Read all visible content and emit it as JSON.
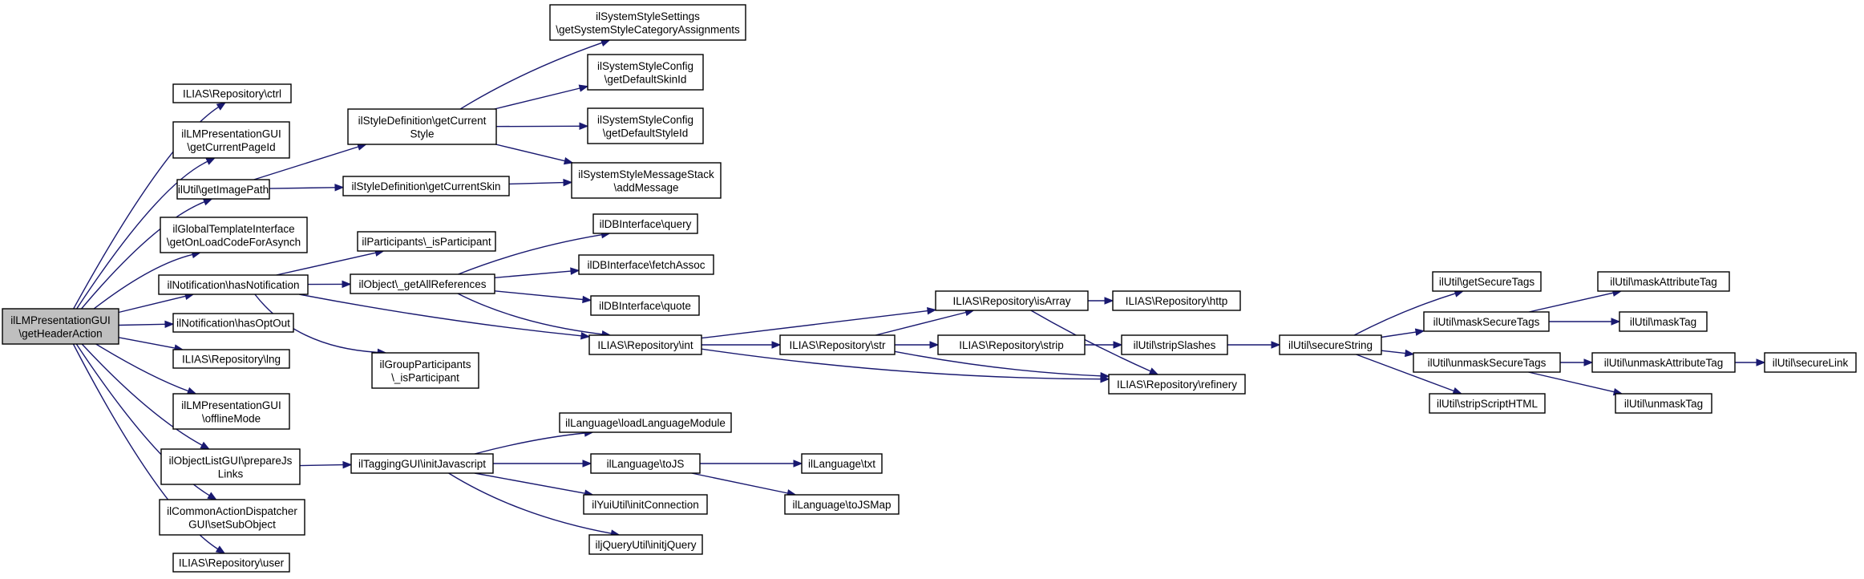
{
  "graph": {
    "nodes": [
      {
        "id": "root",
        "lines": [
          "ilLMPresentationGUI",
          "\\getHeaderAction"
        ],
        "root": true
      },
      {
        "id": "ctrl",
        "lines": [
          "ILIAS\\Repository\\ctrl"
        ]
      },
      {
        "id": "getCurrentPageId",
        "lines": [
          "ilLMPresentationGUI",
          "\\getCurrentPageId"
        ]
      },
      {
        "id": "getImagePath",
        "lines": [
          "ilUtil\\getImagePath"
        ]
      },
      {
        "id": "getOnLoadCode",
        "lines": [
          "ilGlobalTemplateInterface",
          "\\getOnLoadCodeForAsynch"
        ]
      },
      {
        "id": "hasNotification",
        "lines": [
          "ilNotification\\hasNotification"
        ]
      },
      {
        "id": "hasOptOut",
        "lines": [
          "ilNotification\\hasOptOut"
        ]
      },
      {
        "id": "lng",
        "lines": [
          "ILIAS\\Repository\\lng"
        ]
      },
      {
        "id": "offlineMode",
        "lines": [
          "ilLMPresentationGUI",
          "\\offlineMode"
        ]
      },
      {
        "id": "prepareJsLinks",
        "lines": [
          "ilObjectListGUI\\prepareJs",
          "Links"
        ]
      },
      {
        "id": "setSubObject",
        "lines": [
          "ilCommonActionDispatcher",
          "GUI\\setSubObject"
        ]
      },
      {
        "id": "user",
        "lines": [
          "ILIAS\\Repository\\user"
        ]
      },
      {
        "id": "getCurrentStyle",
        "lines": [
          "ilStyleDefinition\\getCurrent",
          "Style"
        ]
      },
      {
        "id": "getCurrentSkin",
        "lines": [
          "ilStyleDefinition\\getCurrentSkin"
        ]
      },
      {
        "id": "isParticipant",
        "lines": [
          "ilParticipants\\_isParticipant"
        ]
      },
      {
        "id": "getAllReferences",
        "lines": [
          "ilObject\\_getAllReferences"
        ]
      },
      {
        "id": "groupIsParticipant",
        "lines": [
          "ilGroupParticipants",
          "\\_isParticipant"
        ]
      },
      {
        "id": "initJavascript",
        "lines": [
          "ilTaggingGUI\\initJavascript"
        ]
      },
      {
        "id": "styleCatAssign",
        "lines": [
          "ilSystemStyleSettings",
          "\\getSystemStyleCategoryAssignments"
        ]
      },
      {
        "id": "defaultSkinId",
        "lines": [
          "ilSystemStyleConfig",
          "\\getDefaultSkinId"
        ]
      },
      {
        "id": "defaultStyleId",
        "lines": [
          "ilSystemStyleConfig",
          "\\getDefaultStyleId"
        ]
      },
      {
        "id": "addMessage",
        "lines": [
          "ilSystemStyleMessageStack",
          "\\addMessage"
        ]
      },
      {
        "id": "query",
        "lines": [
          "ilDBInterface\\query"
        ]
      },
      {
        "id": "fetchAssoc",
        "lines": [
          "ilDBInterface\\fetchAssoc"
        ]
      },
      {
        "id": "quote",
        "lines": [
          "ilDBInterface\\quote"
        ]
      },
      {
        "id": "int",
        "lines": [
          "ILIAS\\Repository\\int"
        ]
      },
      {
        "id": "loadLanguageModule",
        "lines": [
          "ilLanguage\\loadLanguageModule"
        ]
      },
      {
        "id": "toJS",
        "lines": [
          "ilLanguage\\toJS"
        ]
      },
      {
        "id": "initConnection",
        "lines": [
          "ilYuiUtil\\initConnection"
        ]
      },
      {
        "id": "initjQuery",
        "lines": [
          "iljQueryUtil\\initjQuery"
        ]
      },
      {
        "id": "str",
        "lines": [
          "ILIAS\\Repository\\str"
        ]
      },
      {
        "id": "isArray",
        "lines": [
          "ILIAS\\Repository\\isArray"
        ]
      },
      {
        "id": "strip",
        "lines": [
          "ILIAS\\Repository\\strip"
        ]
      },
      {
        "id": "refinery",
        "lines": [
          "ILIAS\\Repository\\refinery"
        ]
      },
      {
        "id": "http",
        "lines": [
          "ILIAS\\Repository\\http"
        ]
      },
      {
        "id": "stripSlashes",
        "lines": [
          "ilUtil\\stripSlashes"
        ]
      },
      {
        "id": "txt",
        "lines": [
          "ilLanguage\\txt"
        ]
      },
      {
        "id": "toJSMap",
        "lines": [
          "ilLanguage\\toJSMap"
        ]
      },
      {
        "id": "secureString",
        "lines": [
          "ilUtil\\secureString"
        ]
      },
      {
        "id": "getSecureTags",
        "lines": [
          "ilUtil\\getSecureTags"
        ]
      },
      {
        "id": "maskSecureTags",
        "lines": [
          "ilUtil\\maskSecureTags"
        ]
      },
      {
        "id": "unmaskSecureTags",
        "lines": [
          "ilUtil\\unmaskSecureTags"
        ]
      },
      {
        "id": "stripScriptHTML",
        "lines": [
          "ilUtil\\stripScriptHTML"
        ]
      },
      {
        "id": "maskAttributeTag",
        "lines": [
          "ilUtil\\maskAttributeTag"
        ]
      },
      {
        "id": "maskTag",
        "lines": [
          "ilUtil\\maskTag"
        ]
      },
      {
        "id": "unmaskAttributeTag",
        "lines": [
          "ilUtil\\unmaskAttributeTag"
        ]
      },
      {
        "id": "unmaskTag",
        "lines": [
          "ilUtil\\unmaskTag"
        ]
      },
      {
        "id": "secureLink",
        "lines": [
          "ilUtil\\secureLink"
        ]
      }
    ],
    "edges": [
      [
        "root",
        "ctrl"
      ],
      [
        "root",
        "getCurrentPageId"
      ],
      [
        "root",
        "getImagePath"
      ],
      [
        "root",
        "getOnLoadCode"
      ],
      [
        "root",
        "hasNotification"
      ],
      [
        "root",
        "hasOptOut"
      ],
      [
        "root",
        "lng"
      ],
      [
        "root",
        "offlineMode"
      ],
      [
        "root",
        "prepareJsLinks"
      ],
      [
        "root",
        "setSubObject"
      ],
      [
        "root",
        "user"
      ],
      [
        "getImagePath",
        "getCurrentStyle"
      ],
      [
        "getImagePath",
        "getCurrentSkin"
      ],
      [
        "hasNotification",
        "isParticipant"
      ],
      [
        "hasNotification",
        "getAllReferences"
      ],
      [
        "hasNotification",
        "groupIsParticipant"
      ],
      [
        "hasNotification",
        "int"
      ],
      [
        "prepareJsLinks",
        "initJavascript"
      ],
      [
        "getCurrentStyle",
        "styleCatAssign"
      ],
      [
        "getCurrentStyle",
        "defaultSkinId"
      ],
      [
        "getCurrentStyle",
        "defaultStyleId"
      ],
      [
        "getCurrentStyle",
        "addMessage"
      ],
      [
        "getCurrentSkin",
        "addMessage"
      ],
      [
        "getAllReferences",
        "query"
      ],
      [
        "getAllReferences",
        "fetchAssoc"
      ],
      [
        "getAllReferences",
        "quote"
      ],
      [
        "getAllReferences",
        "int"
      ],
      [
        "initJavascript",
        "loadLanguageModule"
      ],
      [
        "initJavascript",
        "toJS"
      ],
      [
        "initJavascript",
        "initConnection"
      ],
      [
        "initJavascript",
        "initjQuery"
      ],
      [
        "int",
        "isArray"
      ],
      [
        "int",
        "str"
      ],
      [
        "int",
        "refinery"
      ],
      [
        "str",
        "isArray"
      ],
      [
        "str",
        "strip"
      ],
      [
        "str",
        "refinery"
      ],
      [
        "isArray",
        "http"
      ],
      [
        "isArray",
        "refinery"
      ],
      [
        "strip",
        "stripSlashes"
      ],
      [
        "stripSlashes",
        "secureString"
      ],
      [
        "toJS",
        "txt"
      ],
      [
        "toJS",
        "toJSMap"
      ],
      [
        "secureString",
        "getSecureTags"
      ],
      [
        "secureString",
        "maskSecureTags"
      ],
      [
        "secureString",
        "unmaskSecureTags"
      ],
      [
        "secureString",
        "stripScriptHTML"
      ],
      [
        "maskSecureTags",
        "maskAttributeTag"
      ],
      [
        "maskSecureTags",
        "maskTag"
      ],
      [
        "unmaskSecureTags",
        "unmaskAttributeTag"
      ],
      [
        "unmaskSecureTags",
        "unmaskTag"
      ],
      [
        "unmaskAttributeTag",
        "secureLink"
      ]
    ]
  }
}
